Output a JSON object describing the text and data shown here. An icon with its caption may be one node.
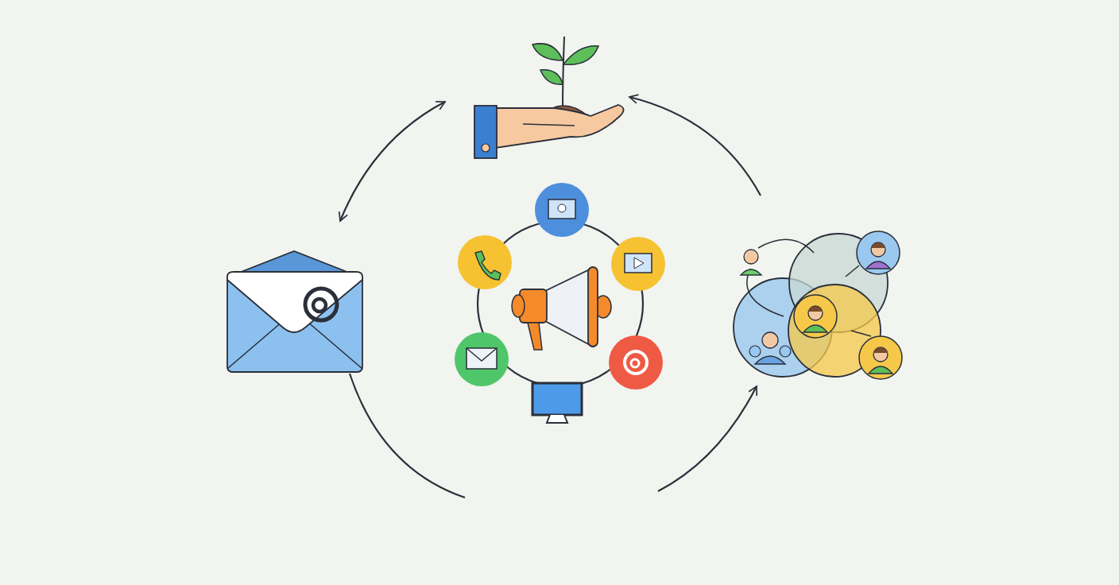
{
  "diagram": {
    "nodes": [
      {
        "text": [],
        "shape": "picture"
      },
      {
        "text": [],
        "shape": "picture"
      },
      {
        "text": [],
        "shape": "picture"
      },
      {
        "text": [],
        "shape": "picture"
      }
    ],
    "edges": [
      {
        "from": 0,
        "to": 1,
        "arrow": "both"
      },
      {
        "from": 1,
        "to": null,
        "arrow": "none"
      },
      {
        "from": null,
        "to": 3,
        "arrow": "to"
      },
      {
        "from": 3,
        "to": 0,
        "arrow": "to"
      }
    ]
  }
}
